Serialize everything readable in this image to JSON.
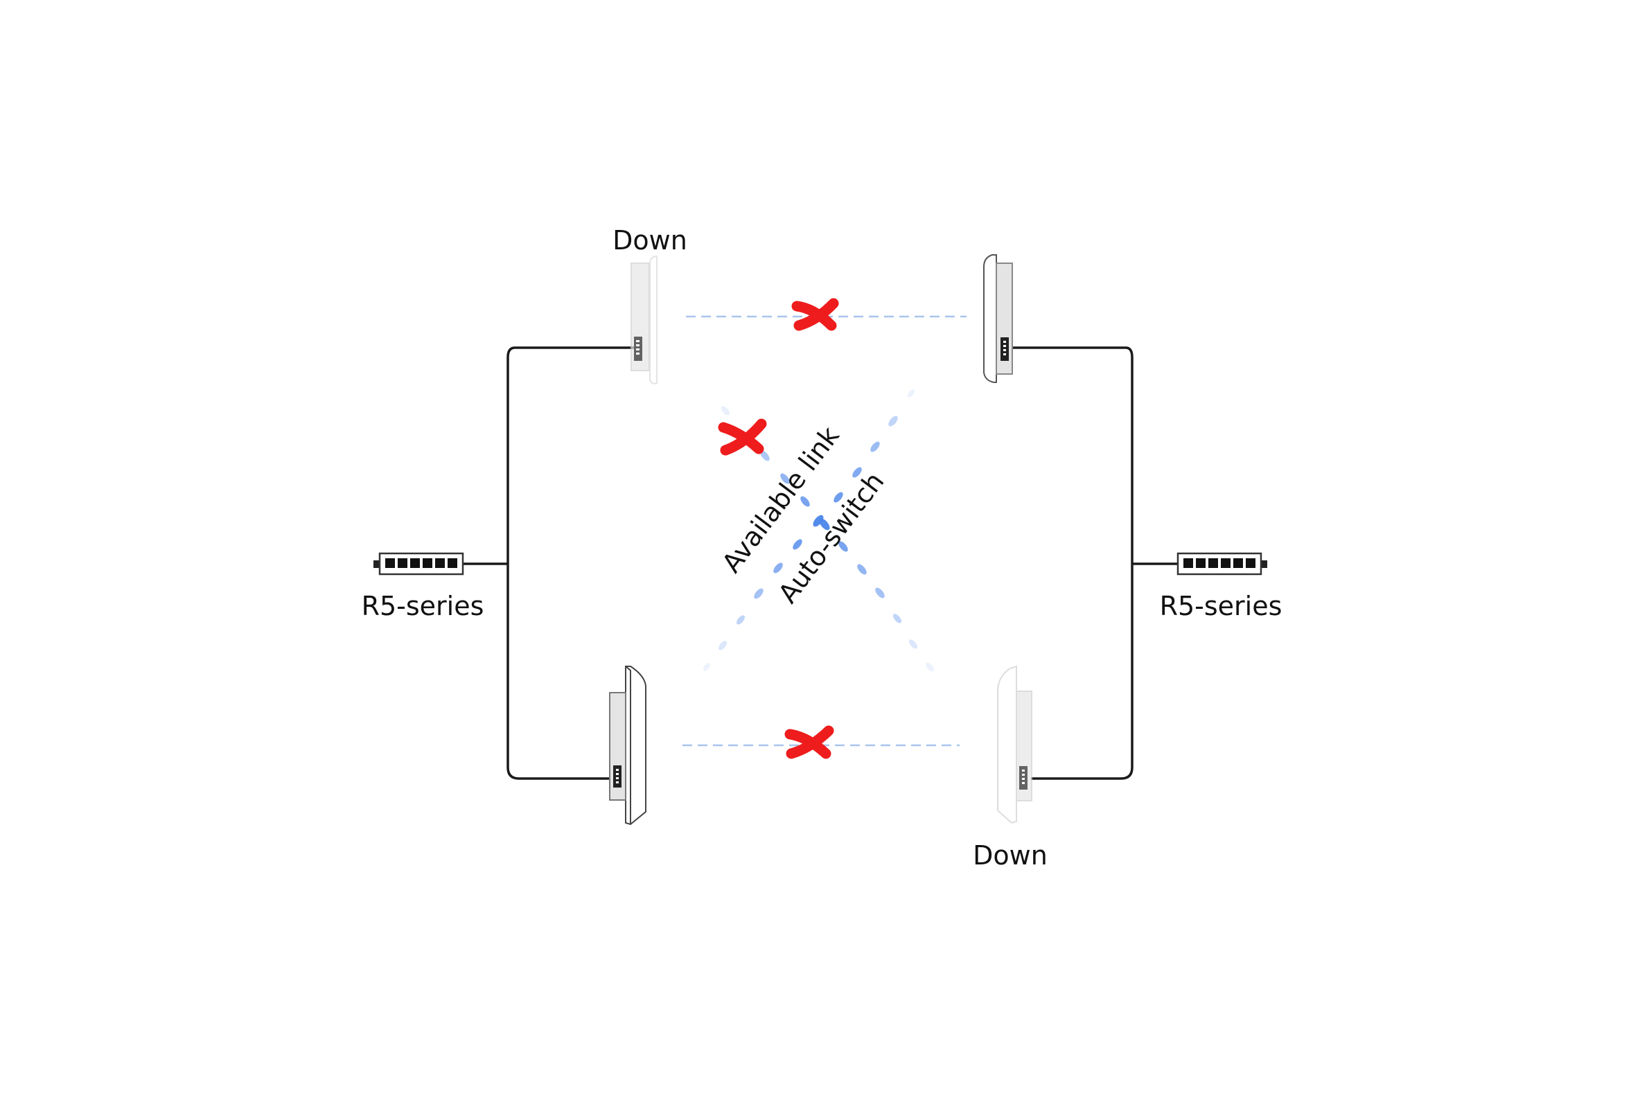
{
  "labels": {
    "down_top_left": "Down",
    "down_bottom_right": "Down",
    "switch_left": "R5-series",
    "switch_right": "R5-series",
    "available_link": "Available link",
    "auto_switch": "Auto-switch"
  },
  "colors": {
    "background": "#ffffff",
    "cable": "#1a1a1a",
    "failed_link_mark": "#ee1c1c",
    "failed_link_line": "#a9c4ee",
    "available_link_dash": "#3c78e6",
    "device_panel": "#e4e4e4"
  },
  "links": [
    {
      "from": "top-left",
      "to": "top-right",
      "status": "failed"
    },
    {
      "from": "bottom-left",
      "to": "bottom-right",
      "status": "failed"
    },
    {
      "from": "top-left",
      "to": "bottom-right",
      "status": "failed"
    },
    {
      "from": "top-right",
      "to": "bottom-left",
      "status": "available"
    }
  ]
}
